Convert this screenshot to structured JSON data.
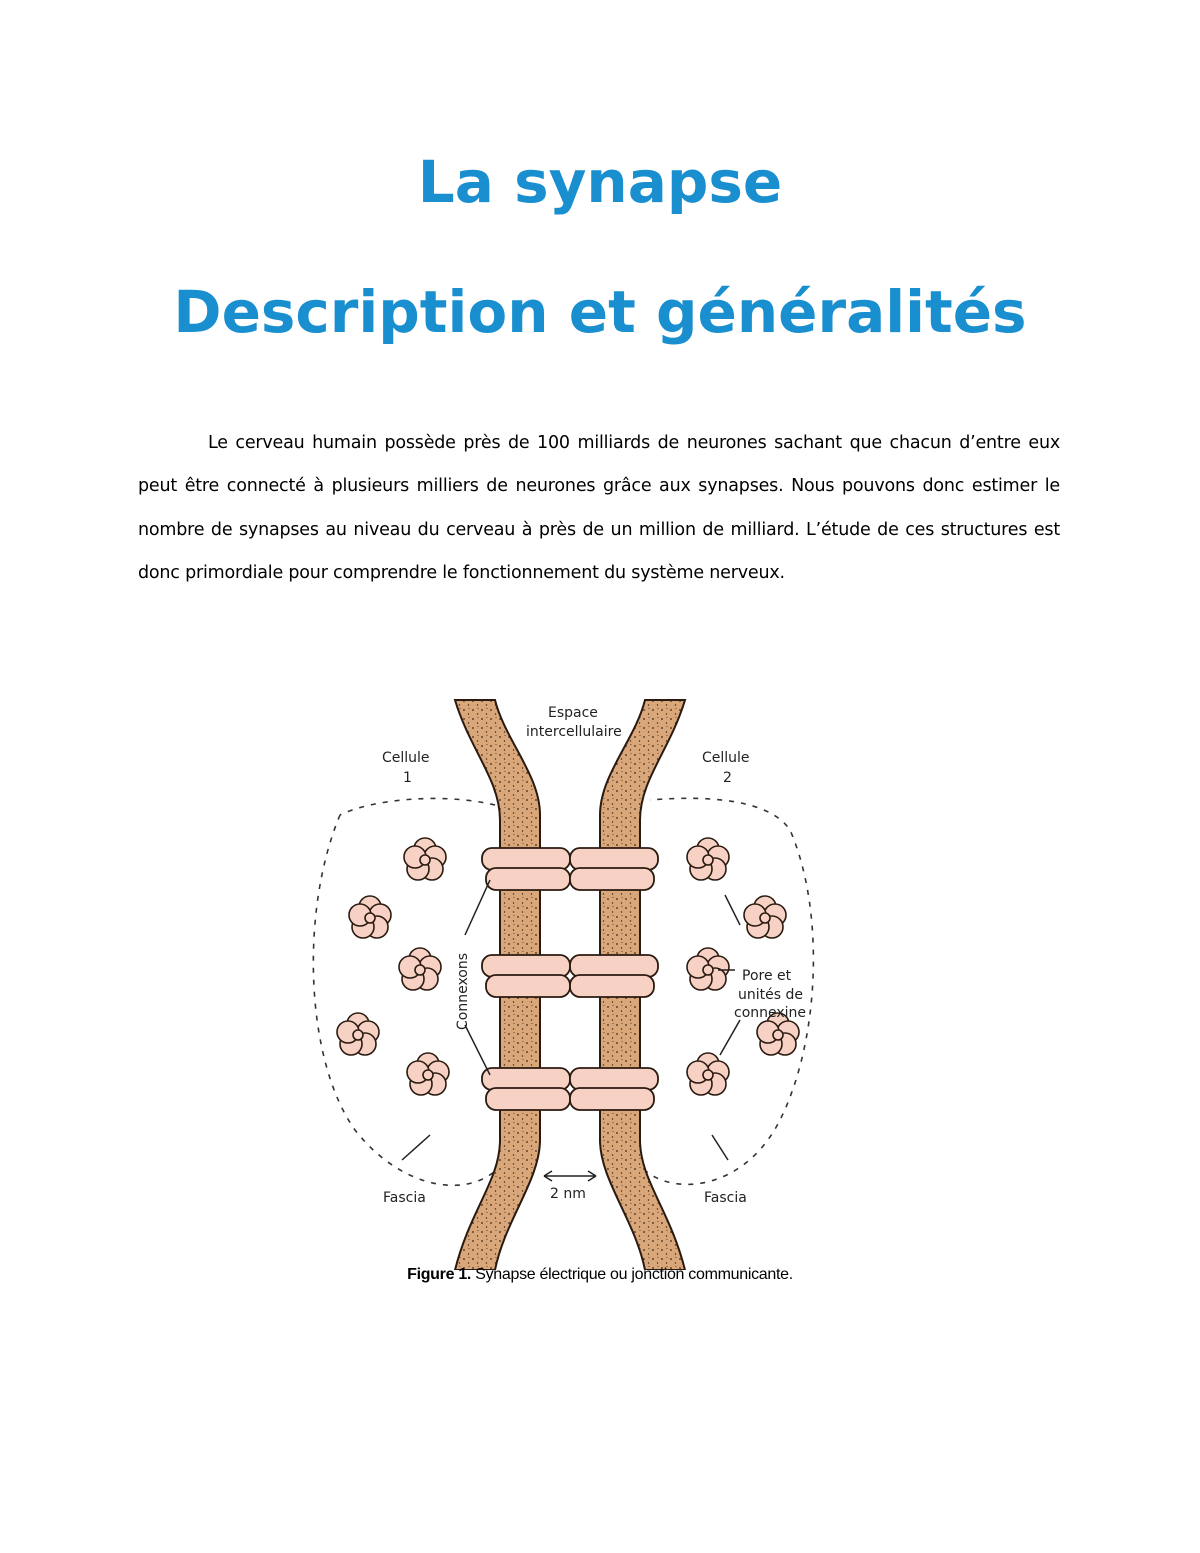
{
  "document": {
    "title": "La synapse",
    "subtitle": "Description et généralités",
    "paragraph": "Le cerveau humain possède près de 100 milliards de neurones sachant que chacun d’entre eux peut être connecté à plusieurs milliers de neurones grâce aux synapses. Nous pouvons donc estimer le nombre de synapses au niveau du cerveau à près de un million de milliard. L’étude de ces structures est donc primordiale pour comprendre le fonctionnement du système nerveux."
  },
  "figure": {
    "labels": {
      "space_line1": "Espace",
      "space_line2": "intercellulaire",
      "cell1_line1": "Cellule",
      "cell1_line2": "1",
      "cell2_line1": "Cellule",
      "cell2_line2": "2",
      "connexons": "Connexons",
      "pore_line1": "Pore et",
      "pore_line2": "unités de",
      "pore_line3": "connexine",
      "fascia_left": "Fascia",
      "fascia_right": "Fascia",
      "gap": "2 nm"
    },
    "caption_bold": "Figure 1.",
    "caption_text": " Synapse électrique ou jonction communicante."
  },
  "colors": {
    "title": "#1a8fcf",
    "membrane": "#d9a77a",
    "connexon": "#f7d2c4"
  }
}
